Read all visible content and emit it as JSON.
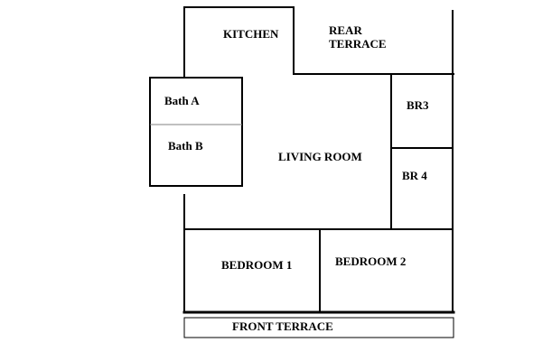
{
  "colors": {
    "wall": "#000000",
    "background": "#ffffff",
    "partition": "#808080"
  },
  "rooms": {
    "kitchen": "KITCHEN",
    "rear_terrace_line1": "REAR",
    "rear_terrace_line2": "TERRACE",
    "bath_a": "Bath A",
    "bath_b": "Bath B",
    "living_room": "LIVING ROOM",
    "br3": "BR3",
    "br4": "BR 4",
    "bedroom1": "BEDROOM 1",
    "bedroom2": "BEDROOM 2",
    "front_terrace": "FRONT TERRACE"
  }
}
